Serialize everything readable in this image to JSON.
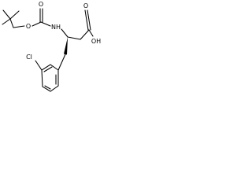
{
  "molecule": {
    "atoms": {
      "o_ether": "O",
      "o_carbonyl_boc": "O",
      "n_amide": "NH",
      "o_carbonyl_acid": "O",
      "oh_acid": "OH",
      "cl": "Cl"
    }
  }
}
